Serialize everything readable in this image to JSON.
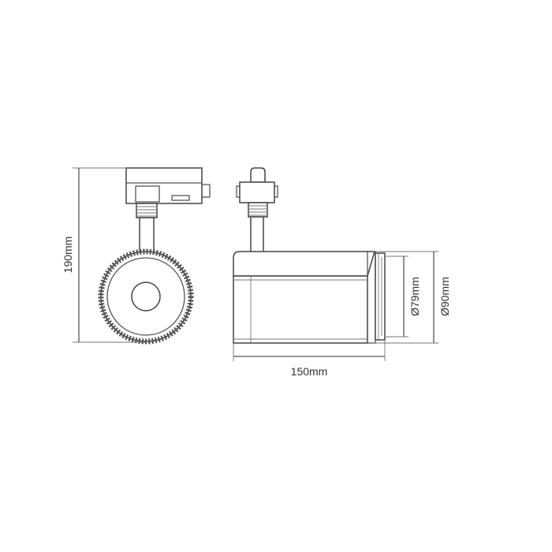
{
  "dimensions": {
    "height": "190mm",
    "length": "150mm",
    "inner_diameter": "Ø79mm",
    "outer_diameter": "Ø90mm"
  },
  "colors": {
    "line": "#555555",
    "text": "#333333",
    "background": "#ffffff"
  }
}
